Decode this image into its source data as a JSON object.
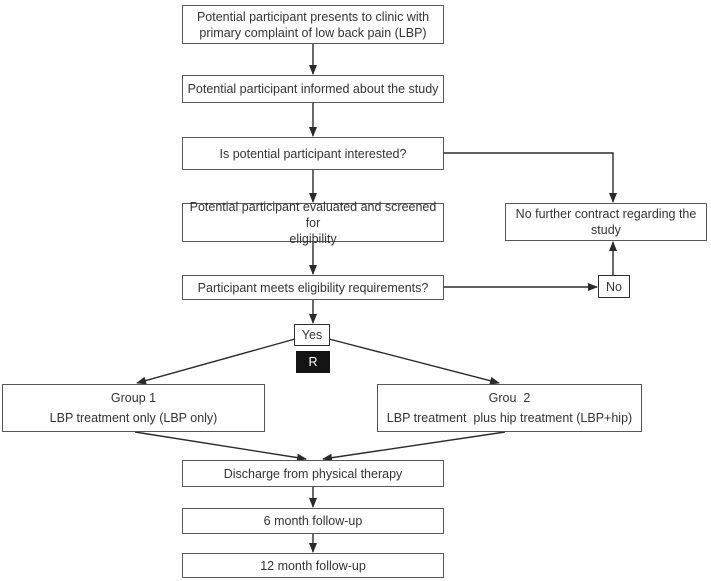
{
  "flowchart": {
    "nodes": {
      "present": {
        "line1": "Potential participant presents to clinic with",
        "line2": "primary complaint of low back pain (LBP)"
      },
      "informed": {
        "label": "Potential participant informed about the study"
      },
      "interested": {
        "label": "Is potential participant interested?"
      },
      "screened": {
        "line1": "Potential participant evaluated and screened for",
        "line2": "eligibility"
      },
      "eligibility": {
        "label": "Participant meets eligibility requirements?"
      },
      "yes_label": "Yes",
      "randomization_label": "R",
      "no_contact": {
        "line1": "No further contract regarding the",
        "line2": "study"
      },
      "no_label": "No",
      "group1": {
        "title": "Group 1",
        "description": "LBP treatment only (LBP only)"
      },
      "group2": {
        "title": "Grou  2",
        "description": "LBP treatment  plus hip treatment (LBP+hip)"
      },
      "discharge": {
        "label": "Discharge from physical therapy"
      },
      "followup_6": {
        "label": "6 month follow-up"
      },
      "followup_12": {
        "label": "12 month follow-up"
      }
    },
    "colors": {
      "background": "#ffffff",
      "box_border": "#58585a",
      "small_box_border": "#2d2d2d",
      "arrow": "#2b2b2b",
      "text": "#333333",
      "randomization_bg": "#141414",
      "randomization_text": "#ffffff"
    }
  }
}
